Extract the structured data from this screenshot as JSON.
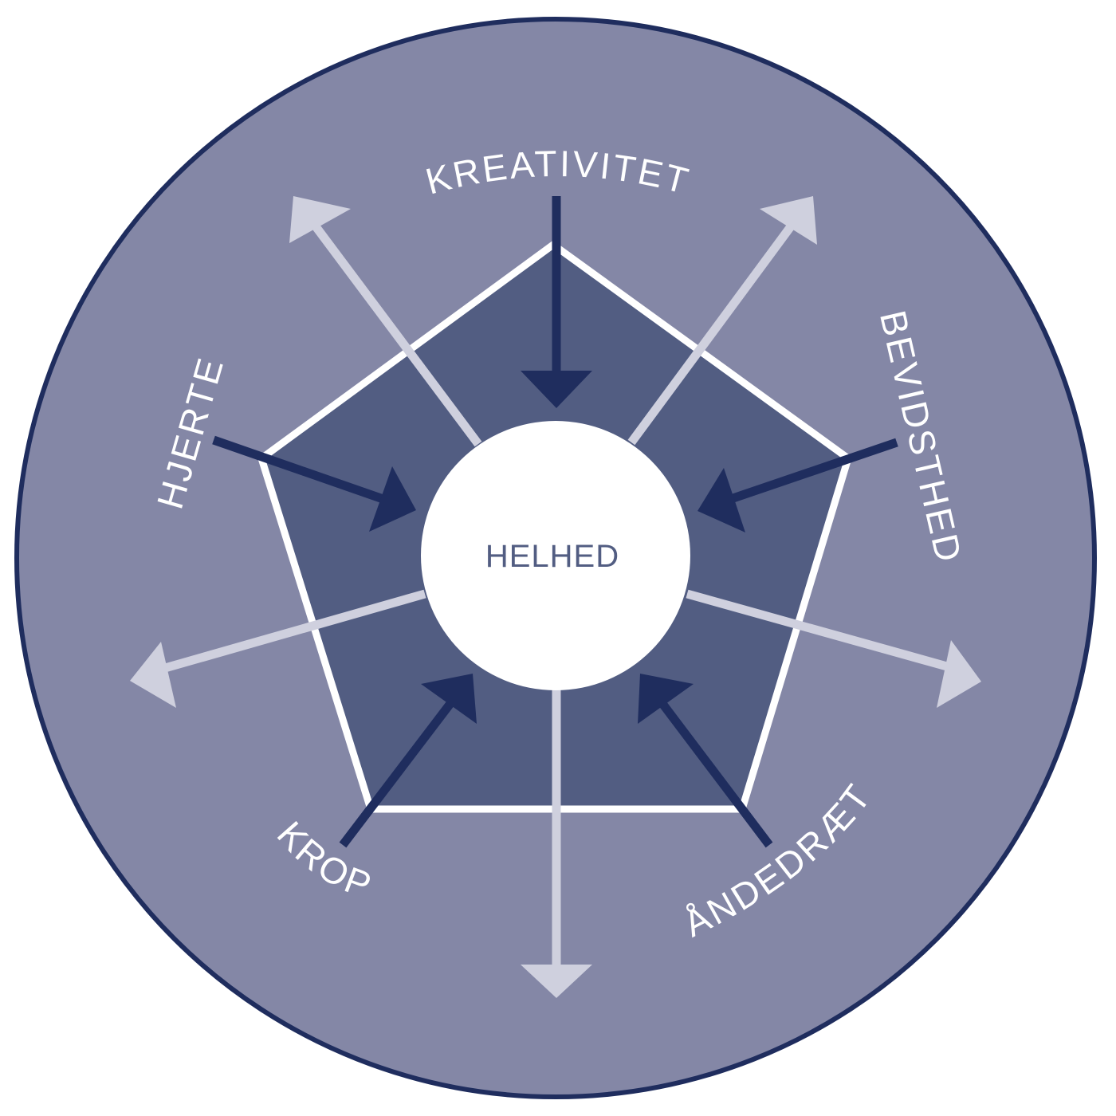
{
  "diagram": {
    "center_label": "HELHED",
    "labels": {
      "kreativitet": "KREATIVITET",
      "bevidsthed": "BEVIDSTHED",
      "andedraet": "ÅNDEDRÆT",
      "krop": "KROP",
      "hjerte": "HJERTE"
    }
  },
  "colors": {
    "outer_ring": "#1f2d5e",
    "outer_fill": "#8487a6",
    "pentagon_fill": "#525d82",
    "pentagon_stroke": "#ffffff",
    "inward_arrow": "#1f2d5e",
    "outward_arrow": "#cfd0de",
    "center_fill": "#ffffff",
    "center_text": "#525d82",
    "label_text": "#ffffff"
  }
}
